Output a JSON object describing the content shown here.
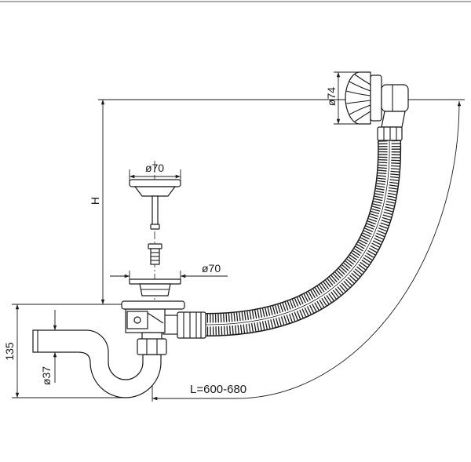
{
  "labels": {
    "overflow_diameter": "ø74",
    "height": "H",
    "plug_diameter": "ø70",
    "strainer_diameter": "ø70",
    "siphon_height": "135",
    "outlet_diameter": "ø37",
    "length": "L=600-680"
  },
  "colors": {
    "line": "#1a1a1a",
    "background": "#ffffff"
  }
}
